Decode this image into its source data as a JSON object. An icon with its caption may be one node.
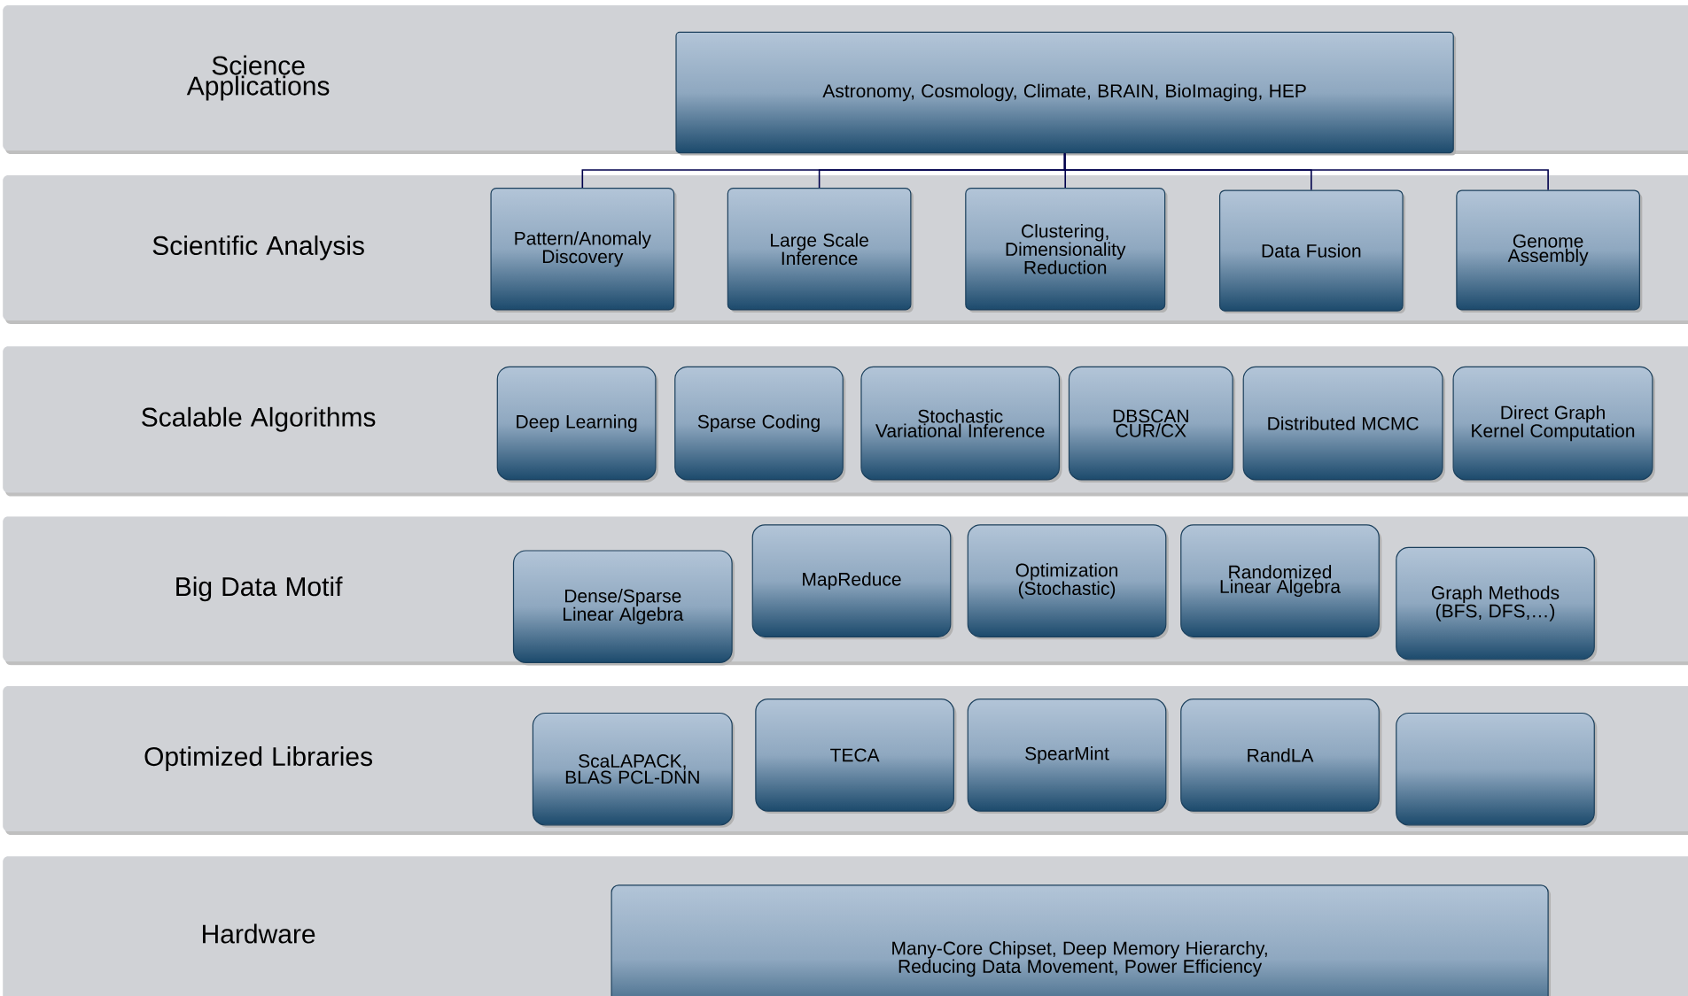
{
  "diagram": {
    "nodes": [
      {
        "text": [
          "Science Applications"
        ]
      },
      {
        "text": [
          "Astronomy, Cosmology, Climate, BRAIN, BioImaging, HEP"
        ],
        "in": 0
      },
      {
        "text": [
          "Scientific Analysis"
        ]
      },
      {
        "text": [
          "Pattern/Anomaly Discovery"
        ],
        "in": 2
      },
      {
        "text": [
          "Large Scale Inference"
        ],
        "in": 2
      },
      {
        "text": [
          "Clustering, Dimensionality Reduction"
        ],
        "in": 2
      },
      {
        "text": [
          "Data Fusion"
        ],
        "in": 2
      },
      {
        "text": [
          "Genome Assembly"
        ],
        "in": 2
      },
      {
        "text": [
          "Scalable Algorithms"
        ]
      },
      {
        "text": [
          "Deep Learning"
        ],
        "in": 8
      },
      {
        "text": [
          "Sparse Coding"
        ],
        "in": 8
      },
      {
        "text": [
          "Stochastic Variational Inference"
        ],
        "in": 8
      },
      {
        "text": [
          "DBSCAN CUR/CX"
        ],
        "in": 8
      },
      {
        "text": [
          "Distributed MCMC"
        ],
        "in": 8
      },
      {
        "text": [
          "Direct Graph Kernel Computation"
        ],
        "in": 8
      },
      {
        "text": [
          "Big Data Motif"
        ]
      },
      {
        "text": [
          "Dense/Sparse Linear Algebra"
        ],
        "in": 15
      },
      {
        "text": [
          "MapReduce"
        ],
        "in": 15
      },
      {
        "text": [
          "Optimization (Stochastic)"
        ],
        "in": 15
      },
      {
        "text": [
          "Randomized Linear Algebra"
        ],
        "in": 15
      },
      {
        "text": [
          "Graph Methods (BFS, DFS,…)"
        ],
        "in": 15
      },
      {
        "text": [
          "Optimized Libraries"
        ]
      },
      {
        "text": [
          "ScaLAPACK, BLAS PCL-DNN"
        ],
        "in": 21
      },
      {
        "text": [
          "TECA"
        ],
        "in": 21
      },
      {
        "text": [
          "SpearMint"
        ],
        "in": 21
      },
      {
        "text": [
          "RandLA"
        ],
        "in": 21
      },
      {
        "text": [],
        "shape": "box",
        "in": 21
      },
      {
        "text": [
          "Hardware"
        ]
      },
      {
        "text": [
          "Many-Core Chipset, Deep Memory Hierarchy, Reducing Data Movement, Power Efficiency"
        ],
        "in": 27
      }
    ],
    "edges": [
      {
        "from": 1,
        "to": 3,
        "arrow": "none"
      },
      {
        "from": 1,
        "to": 4,
        "arrow": "none"
      },
      {
        "from": 1,
        "to": 5,
        "arrow": "none"
      },
      {
        "from": 1,
        "to": 6,
        "arrow": "none"
      },
      {
        "from": 1,
        "to": 7,
        "arrow": "none"
      }
    ]
  }
}
